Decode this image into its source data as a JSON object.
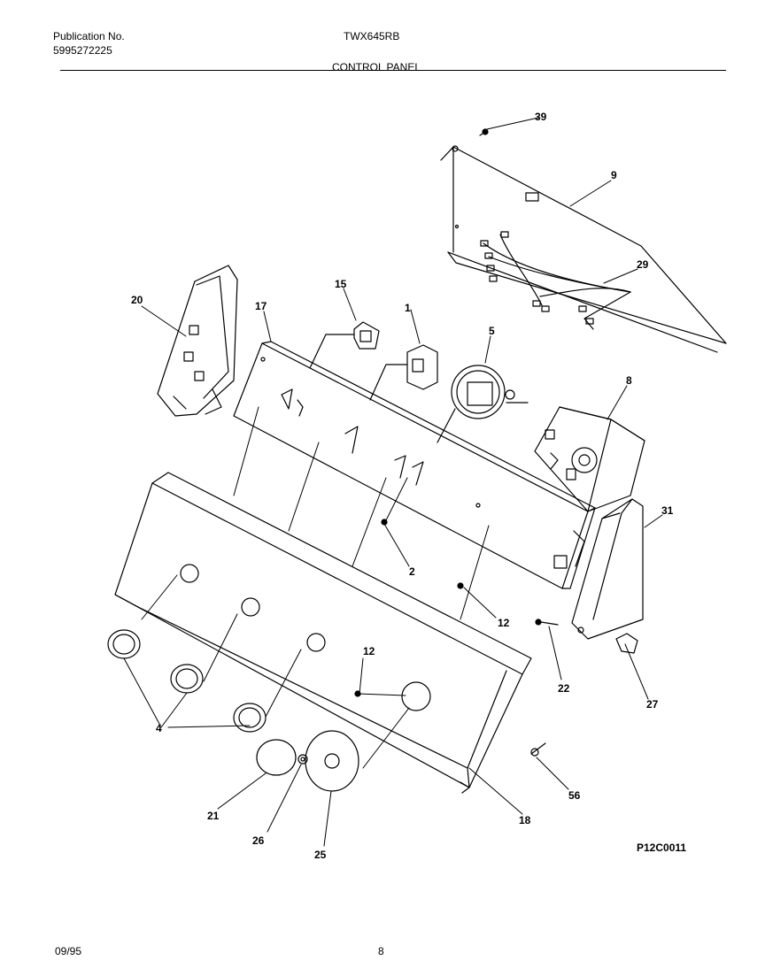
{
  "header": {
    "publication_label": "Publication No.",
    "publication_number": "5995272225",
    "model": "TWX645RB",
    "section_title": "CONTROL PANEL"
  },
  "diagram": {
    "code": "P12C0011",
    "callouts": [
      "39",
      "9",
      "29",
      "20",
      "17",
      "15",
      "1",
      "5",
      "8",
      "2",
      "12",
      "31",
      "22",
      "27",
      "12",
      "4",
      "21",
      "26",
      "25",
      "18",
      "56"
    ]
  },
  "footer": {
    "date": "09/95",
    "page": "8"
  }
}
